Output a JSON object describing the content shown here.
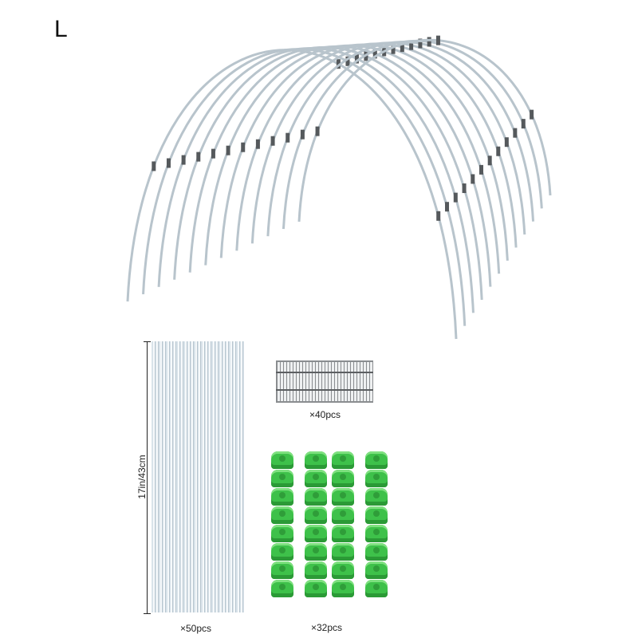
{
  "product": {
    "size_letter": "L"
  },
  "rods": {
    "dimension_label": "17in/43cm",
    "quantity_label": "×50pcs",
    "count": 50
  },
  "connectors": {
    "quantity_label": "×40pcs",
    "count": 40
  },
  "clips": {
    "quantity_label": "×32pcs",
    "count": 32,
    "color": "#3ec14a"
  },
  "hoops": {
    "count": 12,
    "color": "#b8c4cc",
    "joint_color": "#55595c"
  }
}
